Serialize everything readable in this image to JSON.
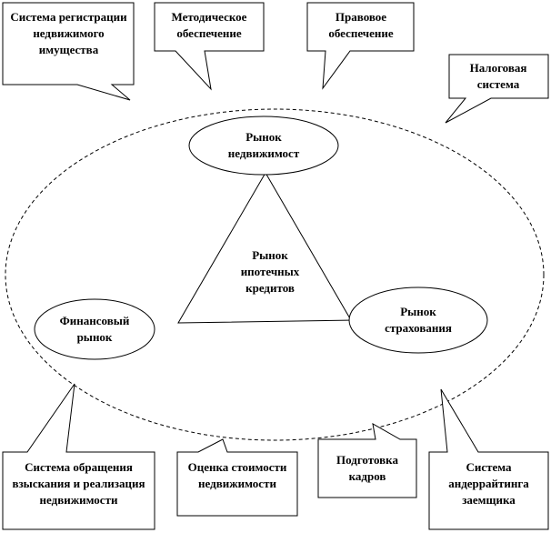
{
  "callouts": {
    "registration": "Система регистрации недвижимого имущества",
    "methodical": "Методическое обеспечение",
    "legal": "Правовое обеспечение",
    "tax": "Налоговая система",
    "foreclosure": "Система обращения взыскания и реализация недвижимости",
    "valuation": "Оценка стоимости недвижимости",
    "training": "Подготовка кадров",
    "underwriting": "Система андеррайтинга заемщика"
  },
  "markets": {
    "real_estate": "Рынок недвижимост",
    "financial": "Финансовый рынок",
    "insurance": "Рынок страхования",
    "mortgage": "Рынок ипотечных кредитов"
  }
}
